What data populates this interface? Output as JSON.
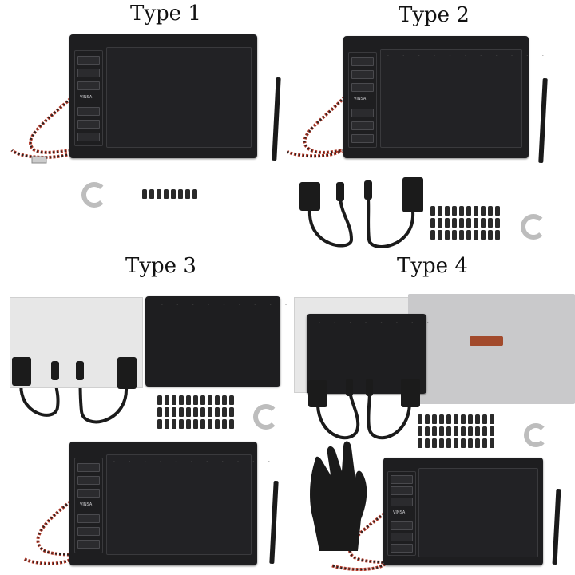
{
  "labels": {
    "type1": "Type 1",
    "type2": "Type 2",
    "type3": "Type 3",
    "type4": "Type 4"
  },
  "tablet_logo": "VINSA",
  "colors": {
    "tablet": "#1e1e20",
    "cable_red": "#b33a2a",
    "felt": "#c9c9cb",
    "leather_tag": "#a24a2c",
    "ring": "#bdbdbd"
  }
}
